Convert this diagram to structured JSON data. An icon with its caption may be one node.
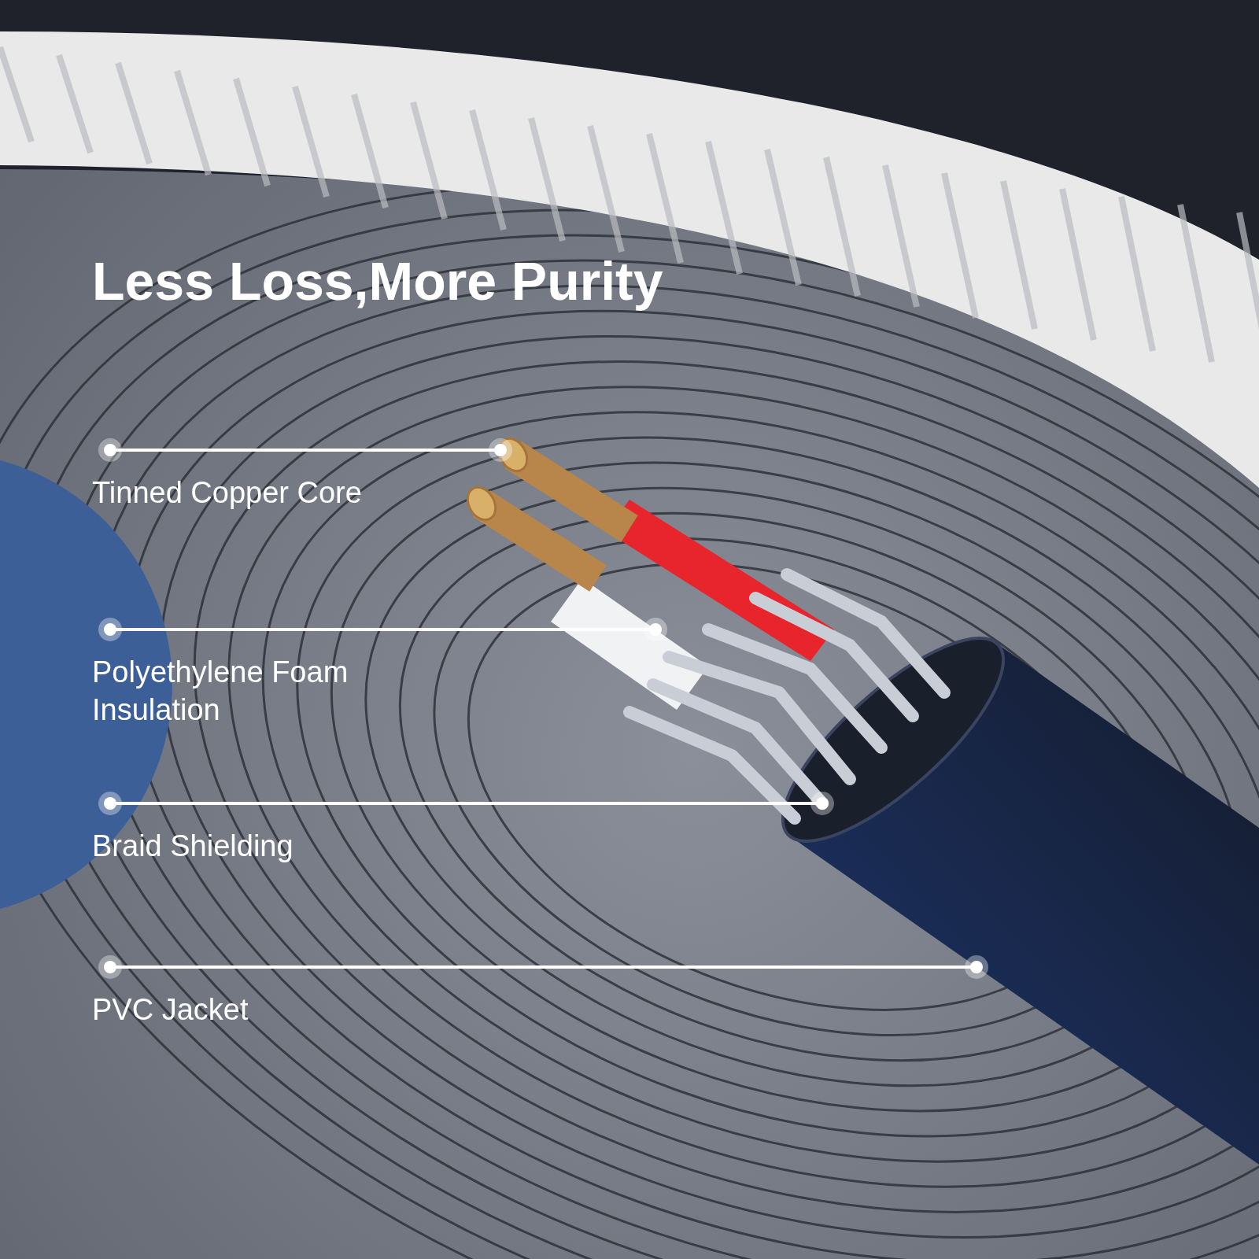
{
  "diagram": {
    "title": "Less Loss,More Purity",
    "nodes": [
      {
        "text": [
          "Tinned Copper Core"
        ]
      },
      {
        "text": [
          "Polyethylene Foam Insulation"
        ]
      },
      {
        "text": [
          "Braid Shielding"
        ]
      },
      {
        "text": [
          "PVC Jacket"
        ]
      },
      {
        "text": [],
        "shape": "picture"
      },
      {
        "text": [],
        "shape": "picture"
      },
      {
        "text": [],
        "shape": "picture"
      },
      {
        "text": [],
        "shape": "picture"
      }
    ],
    "edges": [
      {
        "from": 0,
        "to": 4,
        "arrow": "other"
      },
      {
        "from": 1,
        "to": 5,
        "arrow": "other"
      },
      {
        "from": 2,
        "to": 6,
        "arrow": "other"
      },
      {
        "from": 3,
        "to": 7,
        "arrow": "other"
      }
    ]
  }
}
